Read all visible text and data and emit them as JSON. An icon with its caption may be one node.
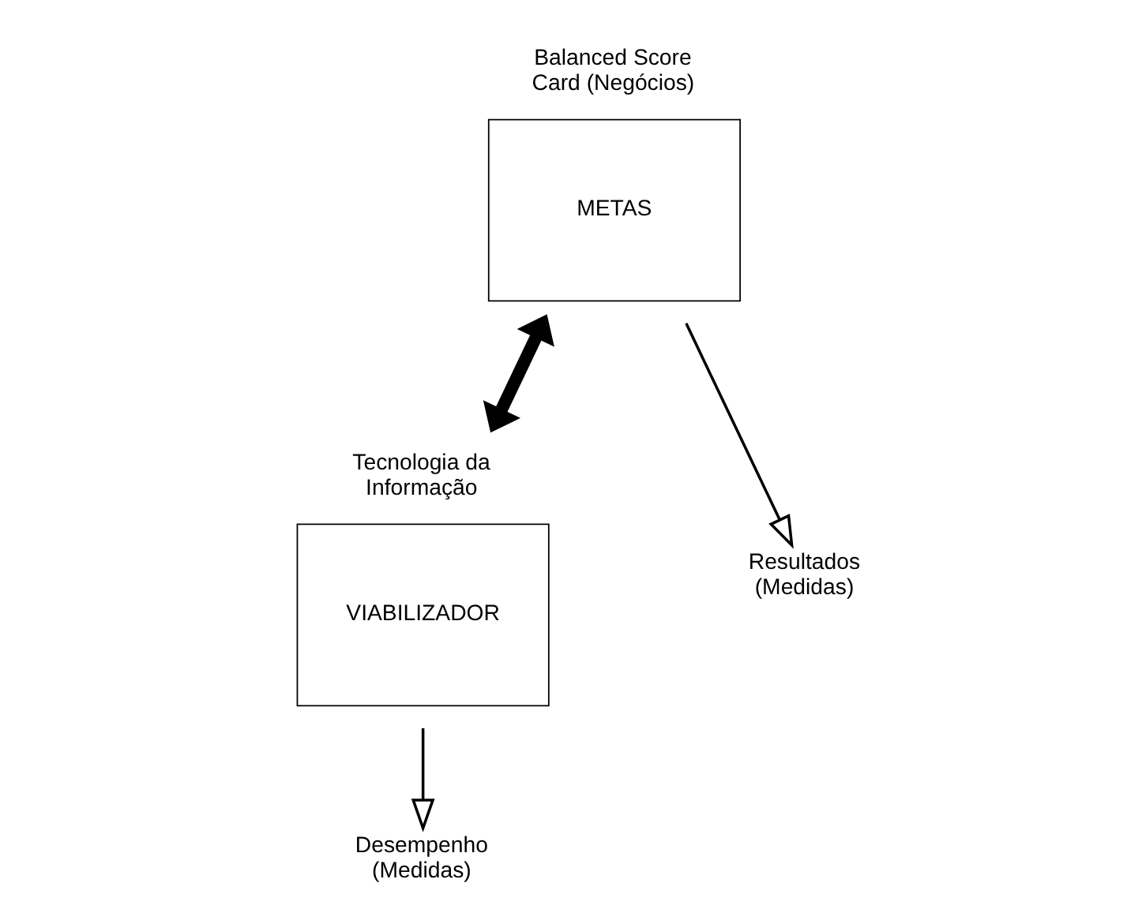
{
  "diagram": {
    "nodes": [
      {
        "text": [
          "Balanced Score Card (Negócios)",
          "METAS"
        ]
      },
      {
        "text": [
          "Tecnologia da Informação",
          "VIABILIZADOR"
        ]
      },
      {
        "text": [
          "Resultados (Medidas)"
        ]
      },
      {
        "text": [
          "Desempenho (Medidas)"
        ]
      }
    ],
    "edges": [
      {
        "from": 0,
        "to": 1,
        "arrow": "both",
        "style": "thick"
      },
      {
        "from": 0,
        "to": 2,
        "arrow": "to"
      },
      {
        "from": 1,
        "to": 3,
        "arrow": "to"
      }
    ]
  }
}
